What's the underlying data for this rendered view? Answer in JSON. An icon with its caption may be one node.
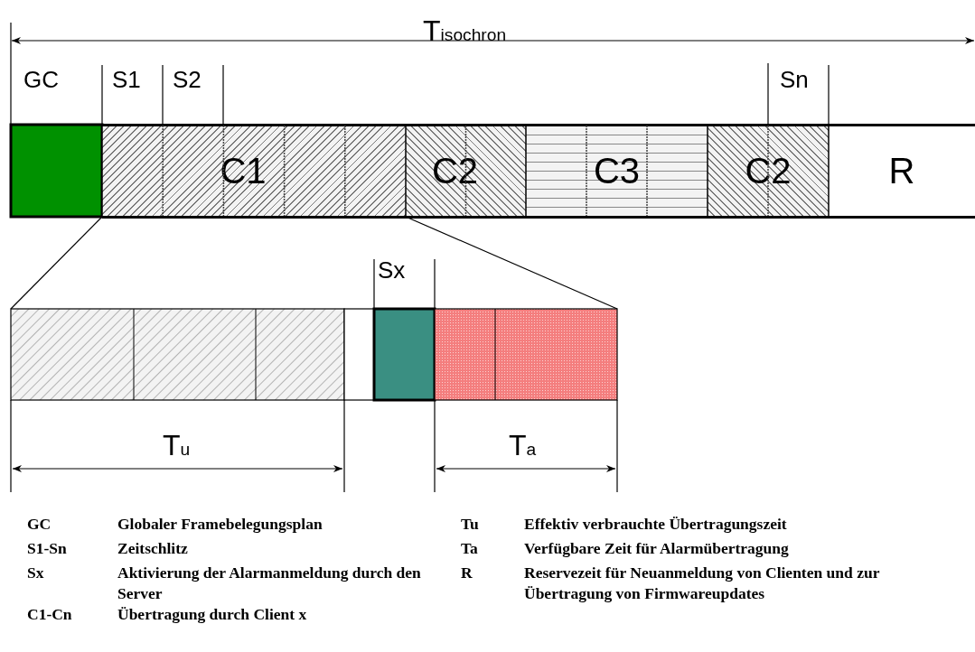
{
  "diagram": {
    "nodes": [
      {
        "text": [
          "C1"
        ]
      },
      {
        "text": [
          "C2"
        ]
      },
      {
        "text": [
          "C3"
        ]
      },
      {
        "text": [
          "C2"
        ]
      },
      {
        "text": [
          "R"
        ]
      }
    ],
    "edges": [],
    "labels": [
      "T$_{isochron}$",
      "GC",
      "S1",
      "S2",
      "Sn",
      "Sx",
      "T$_{u}$",
      "T$_{a}$",
      "GC",
      "Globaler Framebelegungsplan",
      "Tu",
      "Effektiv verbrauchte Übertragungszeit",
      "S1-Sn",
      "Zeitschlitz",
      "Ta",
      "Verfügbare Zeit für Alarmübertragung",
      "Sx",
      "Aktivierung der Alarmanmeldung durch den Server",
      "R",
      "Reservezeit für Neuanmeldung von Clienten und zur Übertragung von Firmwareupdates",
      "C1-Cn",
      "Übertragung durch Client x"
    ]
  }
}
